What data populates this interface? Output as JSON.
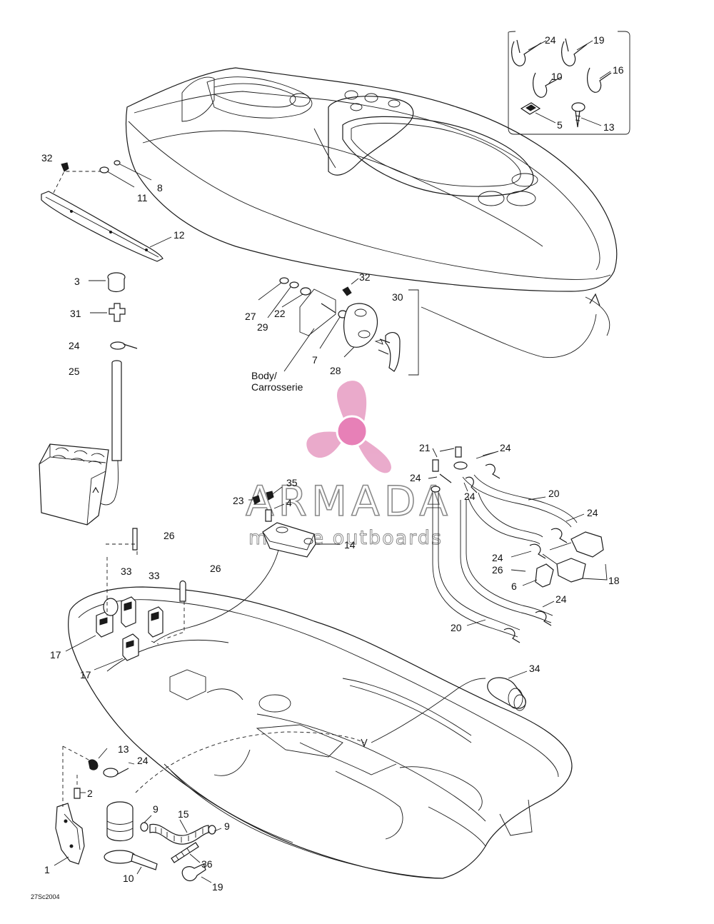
{
  "watermark": {
    "brand": "ARMADA",
    "tagline": "marine outboards",
    "accent_color": "#e9a6c9",
    "outline_color": "#8a8a8a"
  },
  "labels": {
    "body_en": "Body/",
    "body_fr": "Carrosserie"
  },
  "drawing_code": "27Sc2004",
  "callouts": [
    {
      "id": "c24a",
      "text": "24"
    },
    {
      "id": "c19a",
      "text": "19"
    },
    {
      "id": "c10a",
      "text": "10"
    },
    {
      "id": "c16",
      "text": "16"
    },
    {
      "id": "c5",
      "text": "5"
    },
    {
      "id": "c13a",
      "text": "13"
    },
    {
      "id": "c32a",
      "text": "32"
    },
    {
      "id": "c8",
      "text": "8"
    },
    {
      "id": "c11",
      "text": "11"
    },
    {
      "id": "c12",
      "text": "12"
    },
    {
      "id": "c3",
      "text": "3"
    },
    {
      "id": "c31",
      "text": "31"
    },
    {
      "id": "c24b",
      "text": "24"
    },
    {
      "id": "c25",
      "text": "25"
    },
    {
      "id": "c32b",
      "text": "32"
    },
    {
      "id": "c30",
      "text": "30"
    },
    {
      "id": "c27",
      "text": "27"
    },
    {
      "id": "c29",
      "text": "29"
    },
    {
      "id": "c22",
      "text": "22"
    },
    {
      "id": "c7",
      "text": "7"
    },
    {
      "id": "c28",
      "text": "28"
    },
    {
      "id": "c21",
      "text": "21"
    },
    {
      "id": "c24c",
      "text": "24"
    },
    {
      "id": "c24d",
      "text": "24"
    },
    {
      "id": "c24e",
      "text": "24"
    },
    {
      "id": "c20a",
      "text": "20"
    },
    {
      "id": "c24f",
      "text": "24"
    },
    {
      "id": "c35",
      "text": "35"
    },
    {
      "id": "c23",
      "text": "23"
    },
    {
      "id": "c4",
      "text": "4"
    },
    {
      "id": "c14",
      "text": "14"
    },
    {
      "id": "c26a",
      "text": "26"
    },
    {
      "id": "c26b",
      "text": "26"
    },
    {
      "id": "c33a",
      "text": "33"
    },
    {
      "id": "c33b",
      "text": "33"
    },
    {
      "id": "c24g",
      "text": "24"
    },
    {
      "id": "c26c",
      "text": "26"
    },
    {
      "id": "c6",
      "text": "6"
    },
    {
      "id": "c18",
      "text": "18"
    },
    {
      "id": "c24h",
      "text": "24"
    },
    {
      "id": "c20b",
      "text": "20"
    },
    {
      "id": "c17a",
      "text": "17"
    },
    {
      "id": "c17b",
      "text": "17"
    },
    {
      "id": "c34",
      "text": "34"
    },
    {
      "id": "c13b",
      "text": "13"
    },
    {
      "id": "c24i",
      "text": "24"
    },
    {
      "id": "c2",
      "text": "2"
    },
    {
      "id": "c9a",
      "text": "9"
    },
    {
      "id": "c15",
      "text": "15"
    },
    {
      "id": "c9b",
      "text": "9"
    },
    {
      "id": "c1",
      "text": "1"
    },
    {
      "id": "c36",
      "text": "36"
    },
    {
      "id": "c10b",
      "text": "10"
    },
    {
      "id": "c19b",
      "text": "19"
    }
  ]
}
